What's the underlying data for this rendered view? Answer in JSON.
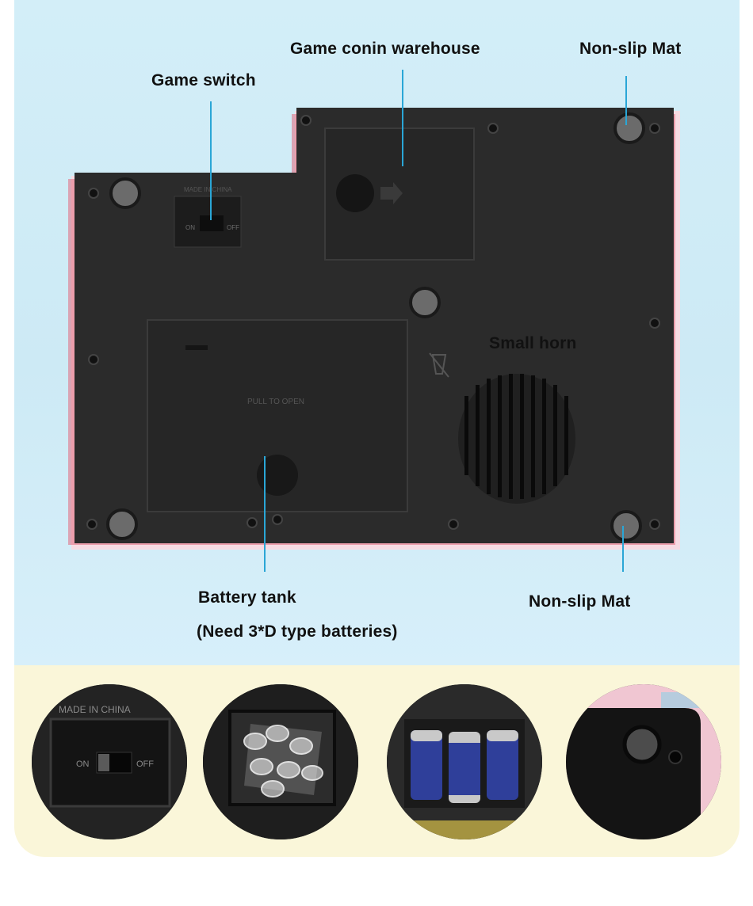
{
  "labels": {
    "game_switch": "Game switch",
    "coin_warehouse": "Game conin warehouse",
    "non_slip_mat_top": "Non-slip Mat",
    "small_horn": "Small horn",
    "battery_tank": "Battery tank",
    "battery_note": "(Need 3*D type batteries)",
    "non_slip_mat_bottom": "Non-slip Mat"
  },
  "device_markings": {
    "switch_on": "ON",
    "switch_off": "OFF",
    "switch_origin": "MADE IN CHINA",
    "battery_cover": "PULL TO OPEN"
  },
  "colors": {
    "top_background": "#cfebf6",
    "bottom_background": "#faf6d9",
    "callout_line": "#2aa6d6",
    "device_body": "#2a2a2a",
    "device_rim": "#f4c9d3",
    "battery_accent": "#2f3f9a"
  }
}
